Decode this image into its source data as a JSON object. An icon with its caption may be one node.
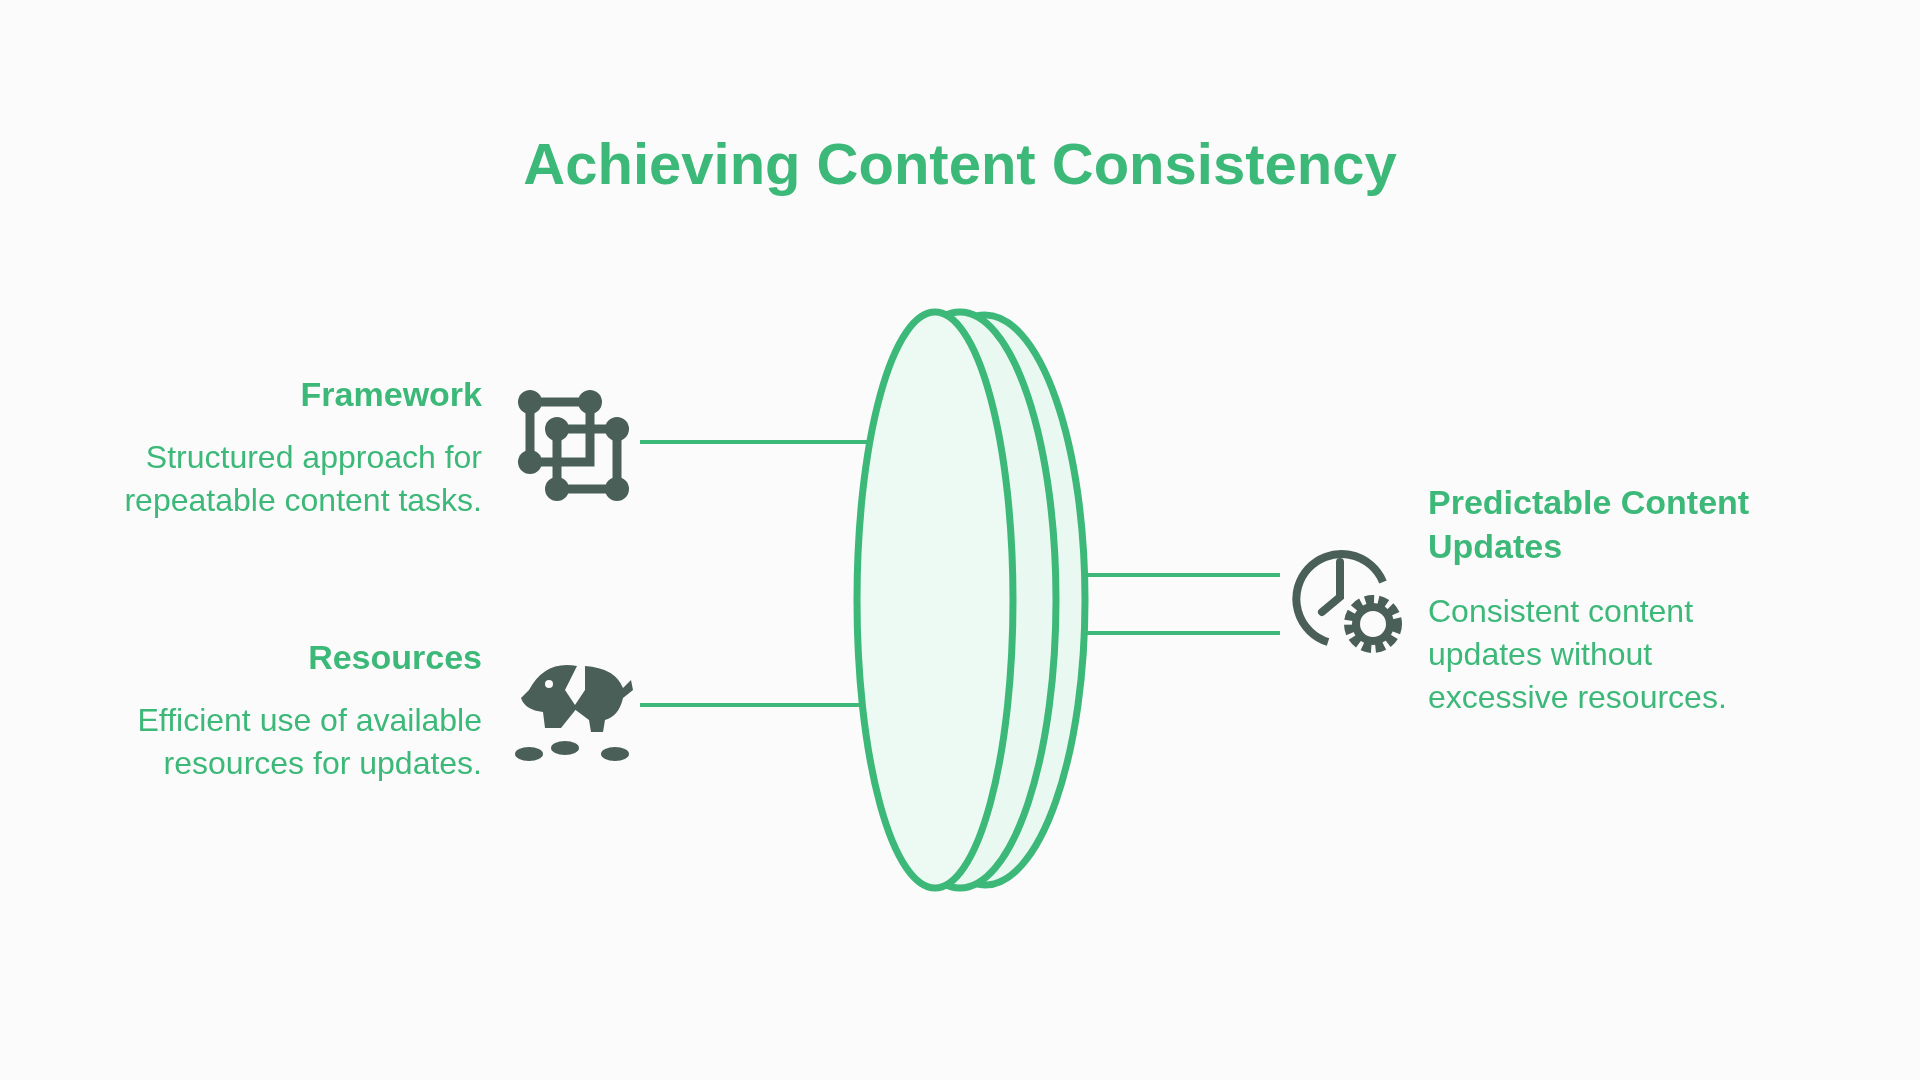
{
  "diagram": {
    "title": "Achieving Content Consistency",
    "nodes": [
      {
        "text": [
          "Framework",
          "Structured approach for repeatable content tasks."
        ]
      },
      {
        "text": [
          "Resources",
          "Efficient use of available resources for updates."
        ]
      },
      {
        "text": [],
        "shape": "lens"
      },
      {
        "text": [
          "Predictable Content Updates",
          "Consistent content updates without excessive resources."
        ]
      }
    ],
    "edges": [
      {
        "from": 0,
        "to": 2,
        "arrow": "none"
      },
      {
        "from": 1,
        "to": 2,
        "arrow": "none"
      },
      {
        "from": 2,
        "to": 3,
        "arrow": "none"
      },
      {
        "from": 2,
        "to": 3,
        "arrow": "none"
      }
    ]
  }
}
